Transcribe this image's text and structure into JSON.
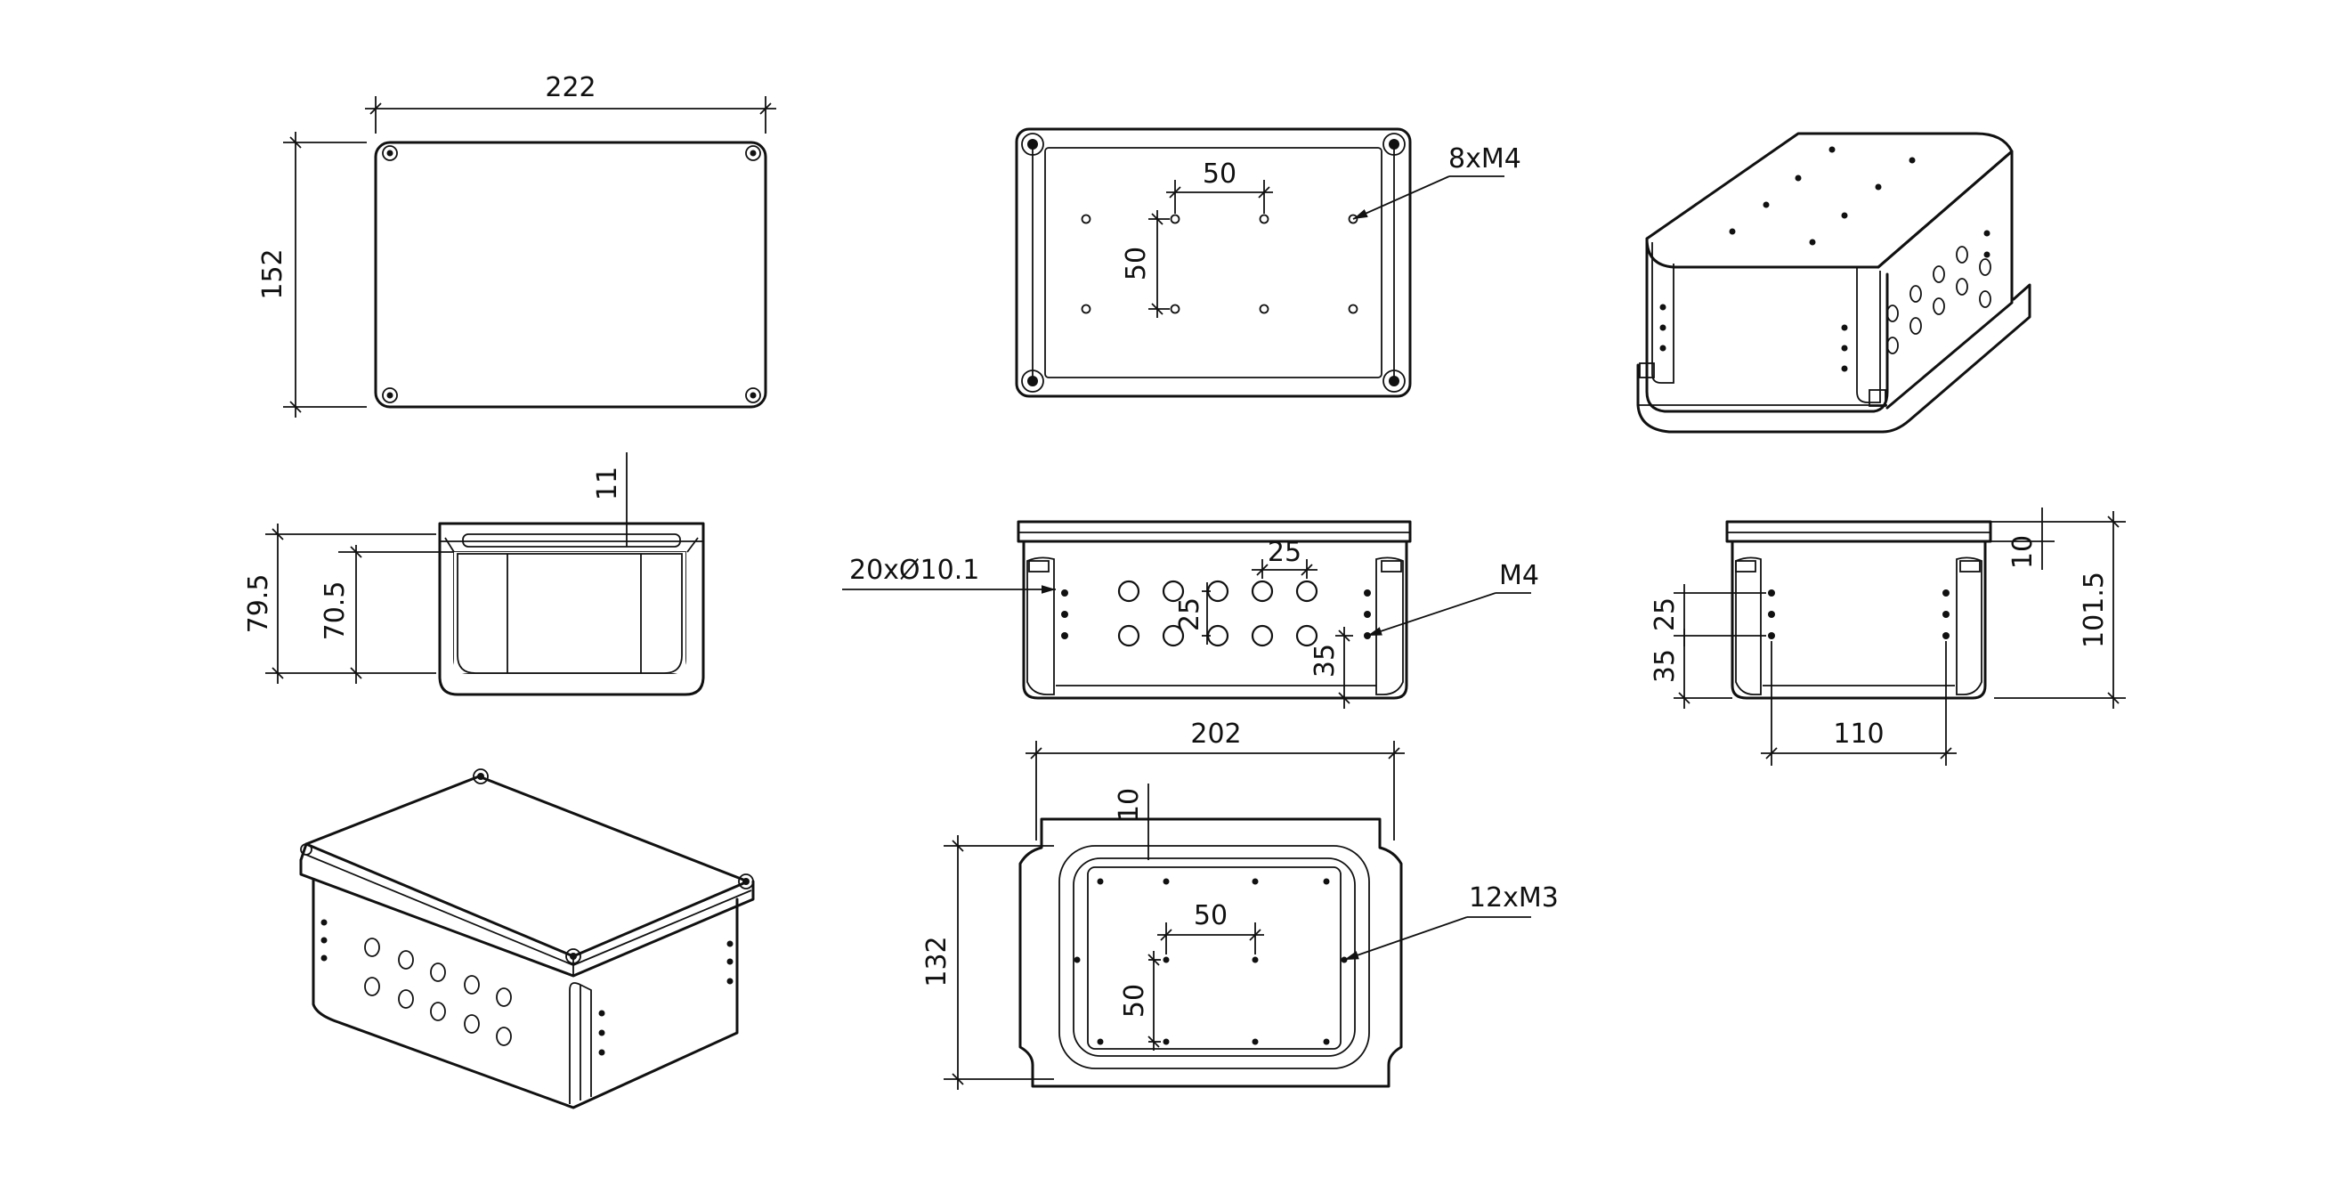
{
  "drawing": {
    "views": {
      "lid_top": {
        "dims": {
          "width": "222",
          "height": "152"
        }
      },
      "base_top": {
        "dims": {
          "spacing_x": "50",
          "spacing_y": "50",
          "holes_label": "8xM4"
        }
      },
      "section_side": {
        "dims": {
          "overall_height": "79.5",
          "inner_height": "70.5",
          "lid_thickness": "11"
        }
      },
      "front": {
        "dims": {
          "holes_label": "20xØ10.1",
          "spacing_x": "25",
          "spacing_y": "25",
          "bottom_offset": "35",
          "screw_label": "M4"
        }
      },
      "side_right": {
        "dims": {
          "hole_spacing": "25",
          "bottom_offset": "35",
          "hole_span": "110",
          "lid_thickness": "10",
          "overall_height": "101.5"
        }
      },
      "section_plan": {
        "dims": {
          "inner_width": "202",
          "wall": "10",
          "inner_depth": "132",
          "spacing_x": "50",
          "spacing_y": "50",
          "holes_label": "12xM3"
        }
      },
      "iso_top_right": {},
      "iso_bottom_left": {}
    }
  }
}
